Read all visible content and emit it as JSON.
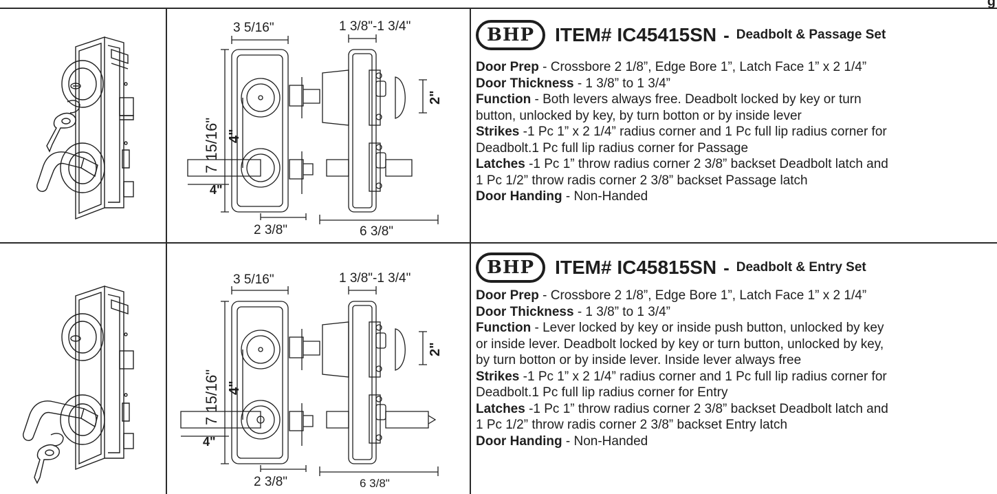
{
  "page_mark": "g",
  "products": [
    {
      "brand": "BHP",
      "item": "ITEM# IC45415SN",
      "separator": "-",
      "subtitle": "Deadbolt & Passage Set",
      "dims": {
        "width": "3 5/16\"",
        "door_range": "1 3/8\"-1 3/4\"",
        "height": "7 15/16\"",
        "spacing": "4\"",
        "lever": "4\"",
        "backset": "2 3/8\"",
        "overall": "6 3/8\"",
        "bolt": "2\""
      },
      "specs": {
        "prep_label": "Door Prep",
        "prep_text": " - Crossbore 2 1/8”, Edge Bore 1”, Latch Face 1” x 2 1/4”",
        "thick_label": "Door Thickness",
        "thick_text": " - 1 3/8” to 1 3/4”",
        "func_label": "Function",
        "func_text1": " - Both levers always free.   Deadbolt locked by key or turn",
        "func_text2": "button, unlocked by key, by turn botton or by inside lever",
        "strikes_label": "Strikes",
        "strikes_text1": " -1 Pc 1” x 2 1/4” radius corner and 1 Pc full lip radius corner for",
        "strikes_text2": "Deadbolt.1 Pc full lip radius corner for Passage",
        "latches_label": "Latches",
        "latches_text1": " -1 Pc 1” throw radius corner 2 3/8” backset Deadbolt latch and",
        "latches_text2": "1 Pc 1/2” throw radis corner 2 3/8” backset Passage latch",
        "handing_label": "Door Handing",
        "handing_text": " -  Non-Handed"
      }
    },
    {
      "brand": "BHP",
      "item": "ITEM# IC45815SN",
      "separator": "-",
      "subtitle": "Deadbolt & Entry Set",
      "dims": {
        "width": "3 5/16\"",
        "door_range": "1 3/8\"-1 3/4\"",
        "height": "7 15/16\"",
        "spacing": "4\"",
        "lever": "4\"",
        "backset": "2 3/8\"",
        "overall": "6 3/8\"",
        "bolt": "2\""
      },
      "specs": {
        "prep_label": "Door Prep",
        "prep_text": " - Crossbore 2 1/8”, Edge Bore 1”, Latch Face 1” x 2 1/4”",
        "thick_label": "Door Thickness",
        "thick_text": " - 1 3/8” to 1 3/4”",
        "func_label": "Function",
        "func_text1": " - Lever locked by key or inside push button, unlocked by key",
        "func_text2": "or inside lever.  Deadbolt locked by key or turn button, unlocked by key,",
        "func_text3": "by turn botton or by inside lever. Inside lever always free",
        "strikes_label": "Strikes",
        "strikes_text1": " -1 Pc 1” x 2 1/4” radius corner and 1 Pc full lip radius corner for",
        "strikes_text2": "Deadbolt.1 Pc full lip radius corner for Entry",
        "latches_label": "Latches",
        "latches_text1": " -1 Pc 1” throw radius corner 2 3/8” backset Deadbolt latch and",
        "latches_text2": "1 Pc 1/2” throw  radis corner 2 3/8” backset Entry latch",
        "handing_label": "Door Handing",
        "handing_text": " -  Non-Handed"
      }
    }
  ]
}
